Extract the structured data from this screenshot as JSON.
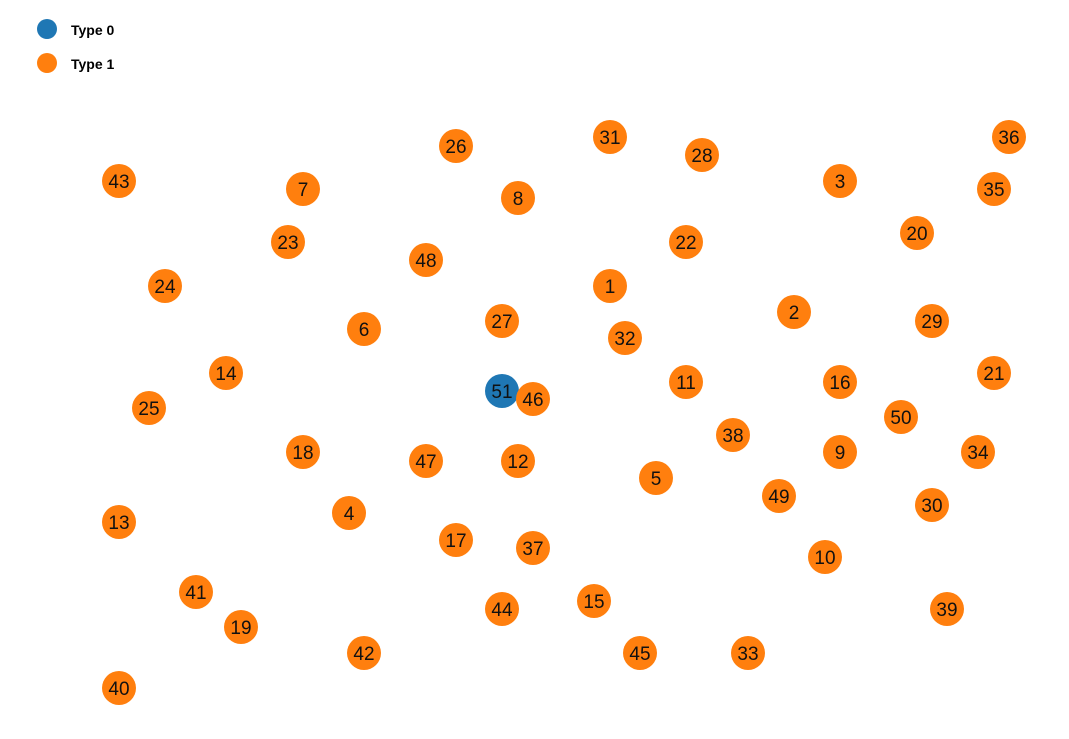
{
  "legend": [
    {
      "label": "Type 0",
      "color": "#1f77b4"
    },
    {
      "label": "Type 1",
      "color": "#ff7f0e"
    }
  ],
  "nodes": [
    {
      "id": "1",
      "type": 1
    },
    {
      "id": "2",
      "type": 1
    },
    {
      "id": "3",
      "type": 1
    },
    {
      "id": "4",
      "type": 1
    },
    {
      "id": "5",
      "type": 1
    },
    {
      "id": "6",
      "type": 1
    },
    {
      "id": "7",
      "type": 1
    },
    {
      "id": "8",
      "type": 1
    },
    {
      "id": "9",
      "type": 1
    },
    {
      "id": "10",
      "type": 1
    },
    {
      "id": "11",
      "type": 1
    },
    {
      "id": "12",
      "type": 1
    },
    {
      "id": "13",
      "type": 1
    },
    {
      "id": "14",
      "type": 1
    },
    {
      "id": "15",
      "type": 1
    },
    {
      "id": "16",
      "type": 1
    },
    {
      "id": "17",
      "type": 1
    },
    {
      "id": "18",
      "type": 1
    },
    {
      "id": "19",
      "type": 1
    },
    {
      "id": "20",
      "type": 1
    },
    {
      "id": "21",
      "type": 1
    },
    {
      "id": "22",
      "type": 1
    },
    {
      "id": "23",
      "type": 1
    },
    {
      "id": "24",
      "type": 1
    },
    {
      "id": "25",
      "type": 1
    },
    {
      "id": "26",
      "type": 1
    },
    {
      "id": "27",
      "type": 1
    },
    {
      "id": "28",
      "type": 1
    },
    {
      "id": "29",
      "type": 1
    },
    {
      "id": "30",
      "type": 1
    },
    {
      "id": "31",
      "type": 1
    },
    {
      "id": "32",
      "type": 1
    },
    {
      "id": "33",
      "type": 1
    },
    {
      "id": "34",
      "type": 1
    },
    {
      "id": "35",
      "type": 1
    },
    {
      "id": "36",
      "type": 1
    },
    {
      "id": "37",
      "type": 1
    },
    {
      "id": "38",
      "type": 1
    },
    {
      "id": "39",
      "type": 1
    },
    {
      "id": "40",
      "type": 1
    },
    {
      "id": "41",
      "type": 1
    },
    {
      "id": "42",
      "type": 1
    },
    {
      "id": "43",
      "type": 1
    },
    {
      "id": "44",
      "type": 1
    },
    {
      "id": "45",
      "type": 1
    },
    {
      "id": "46",
      "type": 1
    },
    {
      "id": "47",
      "type": 1
    },
    {
      "id": "48",
      "type": 1
    },
    {
      "id": "49",
      "type": 1
    },
    {
      "id": "50",
      "type": 1
    },
    {
      "id": "51",
      "type": 0
    }
  ]
}
